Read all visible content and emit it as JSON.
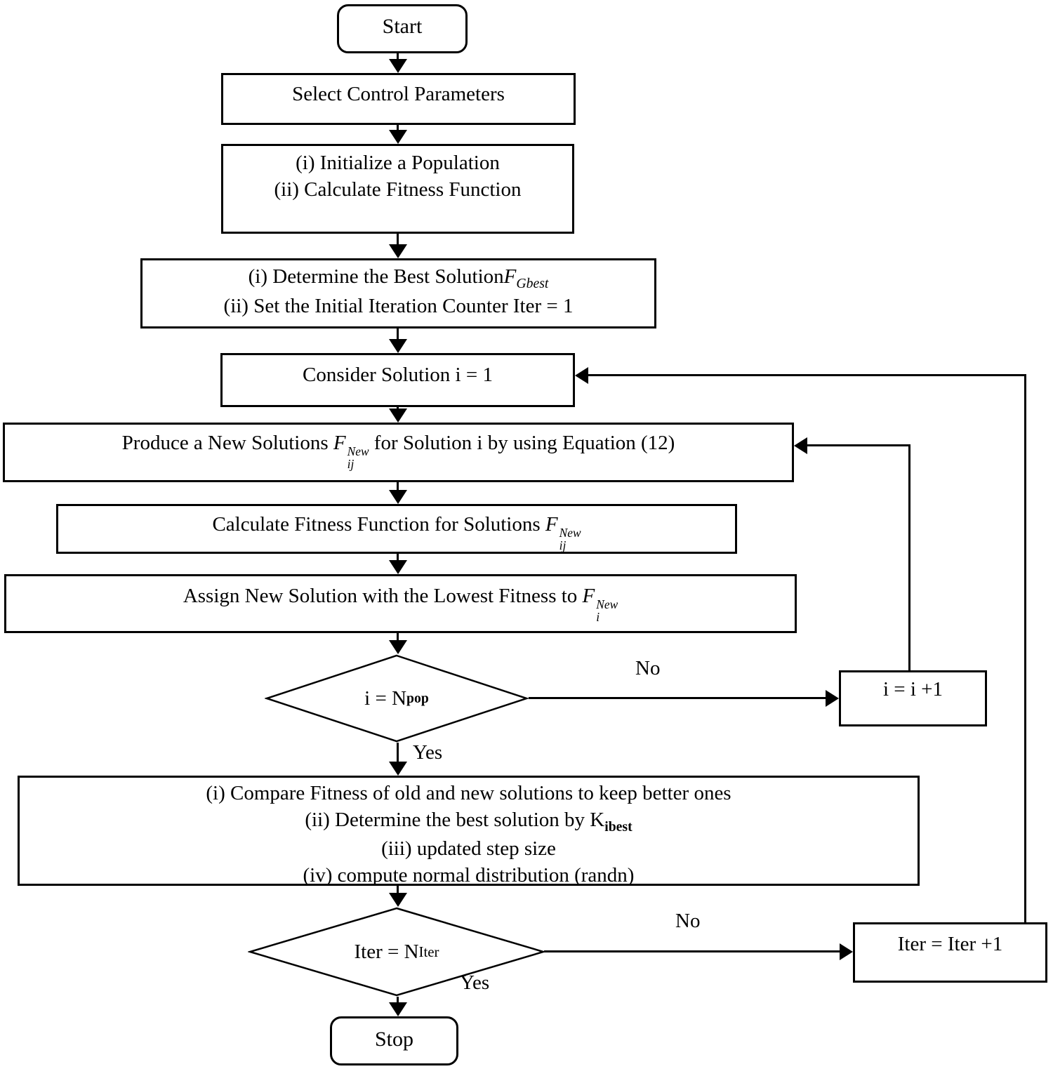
{
  "nodes": {
    "start": "Start",
    "select_params": "Select Control Parameters",
    "init_pop_line1": "(i) Initialize a Population",
    "init_pop_line2": "(ii) Calculate Fitness Function",
    "determine_line1_text": "(i) Determine the Best Solution",
    "determine_var": "F",
    "determine_var_sub": "Gbest",
    "determine_line2": "(ii) Set the Initial Iteration Counter Iter = 1",
    "consider": "Consider Solution i = 1",
    "produce_prefix": "Produce a New Solutions ",
    "produce_var": "F",
    "produce_var_sup": "New",
    "produce_var_sub": "ij",
    "produce_suffix": " for Solution i by using Equation (12)",
    "calc_prefix": "Calculate Fitness Function for Solutions ",
    "calc_var": "F",
    "calc_var_sup": "New",
    "calc_var_sub": "ij",
    "assign_prefix": "Assign New Solution with the Lowest Fitness to ",
    "assign_var": "F",
    "assign_var_sup": "New",
    "assign_var_sub": "i",
    "decision_pop_text": "i = N",
    "decision_pop_sub": "pop",
    "inc_i": "i = i +1",
    "compare_line1": "(i) Compare Fitness of old and new solutions to keep better ones",
    "compare_line2_text": "(ii) Determine the best solution by K",
    "compare_line2_sub": "ibest",
    "compare_line3": "(iii) updated step size",
    "compare_line4": "(iv) compute normal distribution (randn)",
    "decision_iter_text": "Iter = N",
    "decision_iter_sub": "Iter",
    "inc_iter": "Iter = Iter +1",
    "stop": "Stop"
  },
  "edge_labels": {
    "pop_no": "No",
    "pop_yes": "Yes",
    "iter_no": "No",
    "iter_yes": "Yes"
  },
  "colors": {
    "stroke": "#000000",
    "fill": "#ffffff"
  }
}
